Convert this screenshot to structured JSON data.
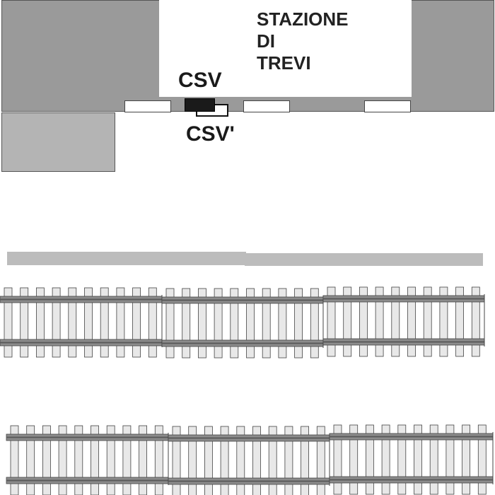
{
  "station": {
    "name": "STAZIONE\nDI\nTREVI"
  },
  "labels": {
    "csv": "CSV",
    "csv_prime": "CSV'"
  },
  "colors": {
    "building_dark": "#9a9a9a",
    "building_light": "#b4b4b4",
    "platform": "#bcbcbc",
    "rail": "#8c8c8c",
    "sleeper": "#e8e8e8",
    "outline": "#444444"
  },
  "tracks": {
    "count": 2,
    "segments_per_track": 3
  }
}
